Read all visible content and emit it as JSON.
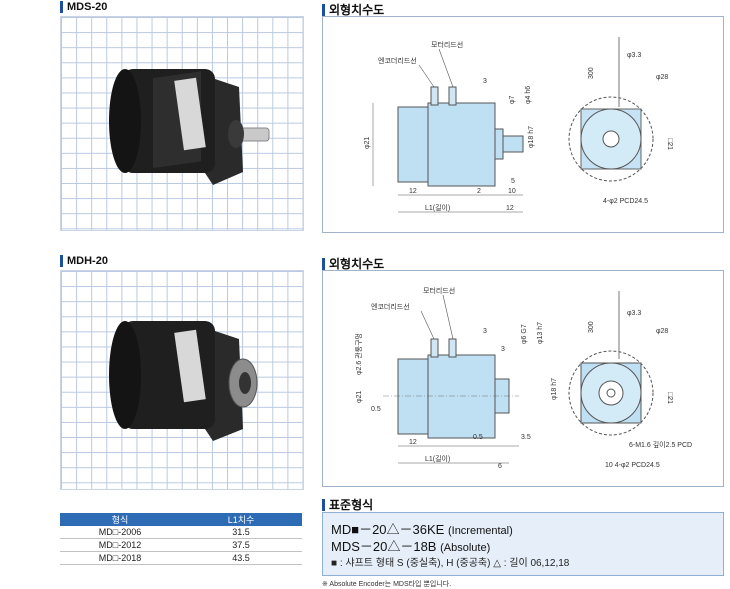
{
  "mds": {
    "title": "MDS-20",
    "drawing_title": "외형치수도",
    "labels": {
      "motor_wire": "모터리드선",
      "encoder_wire": "엔코더리드선",
      "d3": "3",
      "phi7": "φ7",
      "phi4h6": "φ4 h6",
      "phi21": "φ21",
      "phi18h7": "φ18 h7",
      "d12a": "12",
      "d2": "2",
      "d10": "10",
      "d5": "5",
      "l1": "L1(길이)",
      "d12b": "12",
      "d300": "300",
      "phi3_3": "φ3.3",
      "phi28": "φ28",
      "sq21": "□21",
      "pcd": "4-φ2 PCD24.5"
    }
  },
  "mdh": {
    "title": "MDH-20",
    "drawing_title": "외형치수도",
    "labels": {
      "motor_wire": "모터리드선",
      "encoder_wire": "엔코더리드선",
      "hollow": "φ2.6 관통구멍",
      "d3a": "3",
      "d3b": "3",
      "phi6g7": "φ6 G7",
      "phi13h7": "φ13 h7",
      "phi21": "φ21",
      "phi18h7": "φ18 h7",
      "d0_5a": "0.5",
      "d12": "12",
      "d0_5b": "0.5",
      "d3_5": "3.5",
      "l1": "L1(길이)",
      "d6": "6",
      "d300": "300",
      "phi3_3": "φ3.3",
      "phi28": "φ28",
      "sq21": "□21",
      "m_tap": "6-M1.6 깊이2.5 PCD",
      "pcd": "10 4-φ2 PCD24.5"
    }
  },
  "spec_table": {
    "headers": [
      "형식",
      "L1치수"
    ],
    "rows": [
      {
        "model": "MD□-2006",
        "l1": "31.5"
      },
      {
        "model": "MD□-2012",
        "l1": "37.5"
      },
      {
        "model": "MD□-2018",
        "l1": "43.5"
      }
    ]
  },
  "standard": {
    "title": "표준형식",
    "line1": "MD■－20△－36KE",
    "line1_note": "(Incremental)",
    "line2": "MDS－20△－18B",
    "line2_note": "(Absolute)",
    "line3": "■ : 샤프트 형태  S (중실축), H (중공축)   △ : 길이   06,12,18",
    "footnote": "※ Absolute Encoder는 MDS타입 뿐입니다."
  },
  "colors": {
    "accent": "#1c4f9c",
    "table_header": "#2d6bb5",
    "motor_body": "#bfe0f3",
    "std_box_bg": "#e6eff9"
  }
}
